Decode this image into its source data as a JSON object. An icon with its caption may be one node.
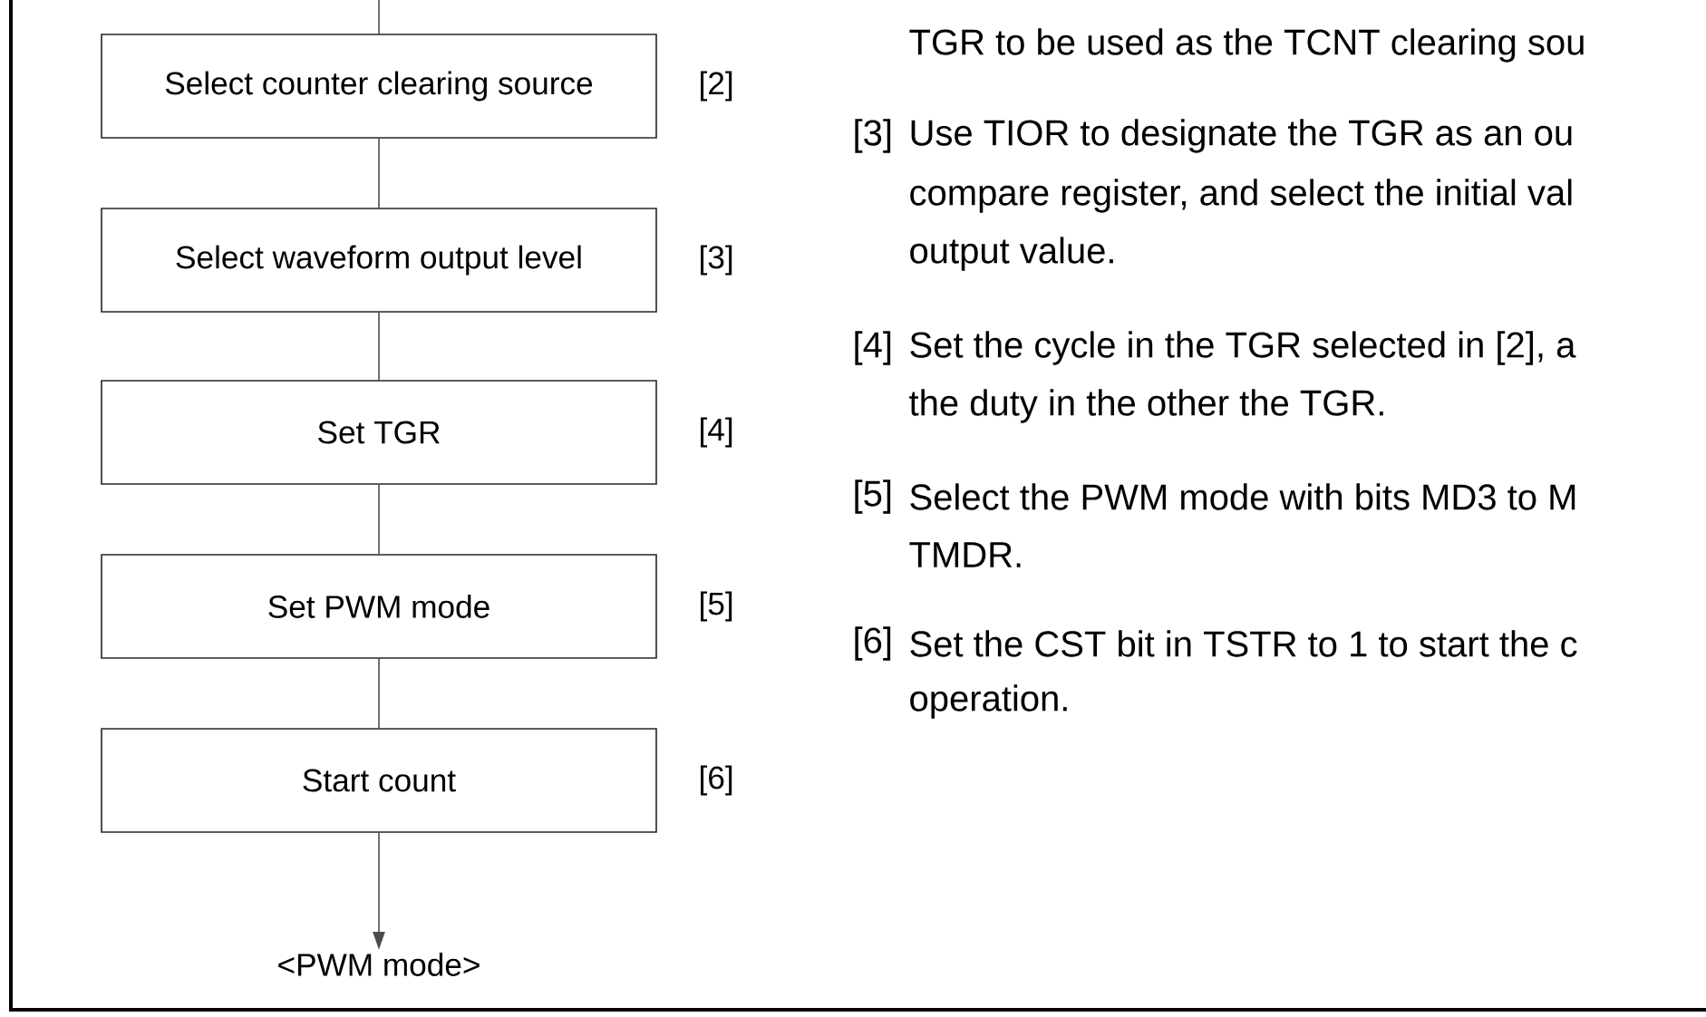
{
  "diagram": {
    "nodes": [
      {
        "text": [
          "Select counter clearing source"
        ],
        "beside": [
          "[2]"
        ]
      },
      {
        "text": [
          "Select waveform output level"
        ],
        "beside": [
          "[3]"
        ]
      },
      {
        "text": [
          "Set TGR"
        ],
        "beside": [
          "[4]"
        ]
      },
      {
        "text": [
          "Set PWM mode"
        ],
        "beside": [
          "[5]"
        ]
      },
      {
        "text": [
          "Start count"
        ],
        "beside": [
          "[6]"
        ]
      },
      {
        "text": [
          "<PWM mode>"
        ]
      }
    ],
    "edges": [
      {
        "from": null,
        "to": 0,
        "arrow": "none"
      },
      {
        "from": 0,
        "to": 1,
        "arrow": "none"
      },
      {
        "from": 1,
        "to": 2,
        "arrow": "none"
      },
      {
        "from": 2,
        "to": 3,
        "arrow": "none"
      },
      {
        "from": 3,
        "to": 4,
        "arrow": "none"
      },
      {
        "from": 4,
        "to": 5,
        "arrow": "to"
      }
    ],
    "labels": [
      "TGR to be used as the TCNT clearing sou",
      "[3]",
      "Use TIOR to designate the TGR as an ou",
      "compare register, and select the initial val",
      "output value.",
      "[4]",
      "Set the cycle in the TGR selected in [2], a",
      "the duty in the other the TGR.",
      "[5]",
      "Select the PWM mode with bits MD3 to M",
      "TMDR.",
      "[6]",
      "Set the CST bit in TSTR to 1 to start the c",
      "operation."
    ]
  }
}
